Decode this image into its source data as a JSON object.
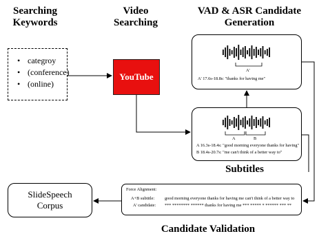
{
  "titles": {
    "keywords": "Searching Keywords",
    "video": "Video Searching",
    "vad": "VAD & ASR Candidate Generation",
    "subtitles": "Subtitles",
    "validation": "Candidate Validation"
  },
  "keywords": [
    "categroy",
    "(conference)",
    "(online)"
  ],
  "youtube_label": "YouTube",
  "candidate_box": {
    "marker": "A'",
    "line": "A' 17.6s-18.8s: \"thanks for having me\""
  },
  "subtitle_box": {
    "marker_a": "A",
    "marker_b": "B",
    "line_a": "A 16.3s-18.4s: \"good morning everyone thanks for having\"",
    "line_b": "B 18.4s-20.7s: \"me can't think of a better way to\""
  },
  "alignment_box": {
    "heading": "Force Alignment:",
    "row1_label": "A+B   subtitle:",
    "row1_text": "good morning everyone thanks for having me can't think of a better way to",
    "row2_label": "A'  candidate:",
    "row2_text": "*** ******** ****** thanks for having me *** ***** * ****** *** **"
  },
  "corpus_label": "SlideSpeech Corpus",
  "colors": {
    "youtube": "#e8100f",
    "line": "#000000"
  }
}
